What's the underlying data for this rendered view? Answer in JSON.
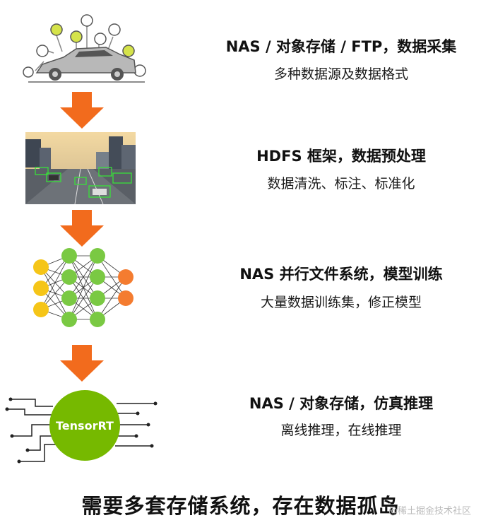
{
  "steps": [
    {
      "title": "NAS / 对象存储 / FTP，数据采集",
      "subtitle": "多种数据源及数据格式",
      "illustration_icon": "connected-car-icon"
    },
    {
      "title": "HDFS 框架，数据预处理",
      "subtitle": "数据清洗、标注、标准化",
      "illustration_icon": "traffic-detection-photo"
    },
    {
      "title": "NAS 并行文件系统，模型训练",
      "subtitle": "大量数据训练集，修正模型",
      "illustration_icon": "neural-network-icon"
    },
    {
      "title": "NAS / 对象存储，仿真推理",
      "subtitle": "离线推理，在线推理",
      "illustration_icon": "tensorrt-chip-icon",
      "chip_label": "TensorRT"
    }
  ],
  "conclusion": "需要多套存储系统，存在数据孤岛",
  "watermark": "@稀土掘金技术社区",
  "colors": {
    "arrow": "#f26b1d",
    "nvidia_green": "#76b900",
    "node_yellow": "#f5c518",
    "node_green": "#7ac943",
    "node_orange": "#f47c30"
  }
}
